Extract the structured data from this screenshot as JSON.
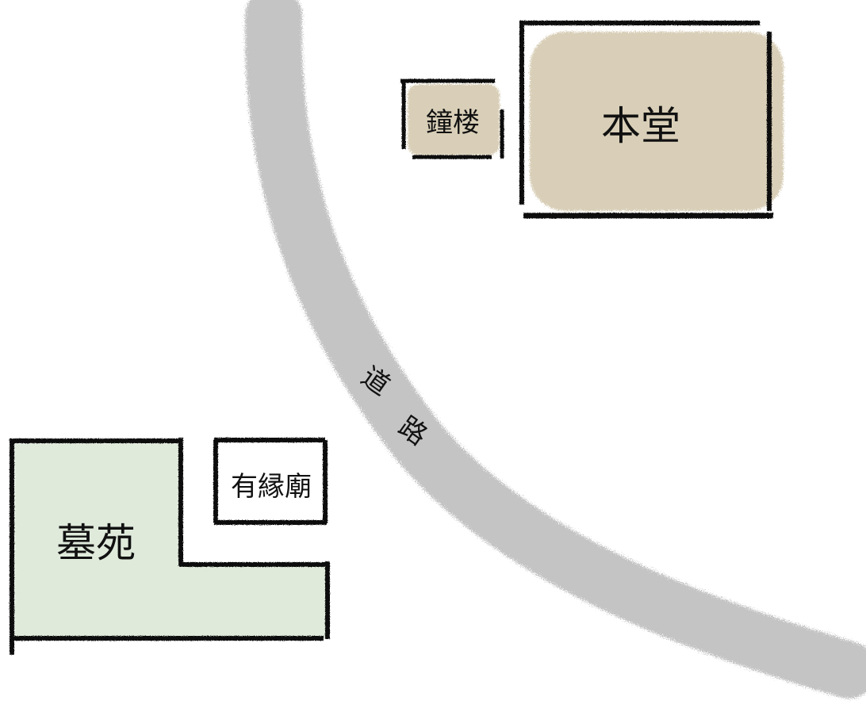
{
  "map": {
    "labels": {
      "main_hall": "本堂",
      "bell_tower": "鐘楼",
      "cemetery": "墓苑",
      "shrine": "有縁廟",
      "road_char_1": "道",
      "road_char_2": "路"
    },
    "colors": {
      "main_hall_fill": "#d9cfb8",
      "cemetery_fill": "#dfeadb",
      "road": "#c4c4c4",
      "wall": "#111111",
      "background": "#ffffff"
    }
  }
}
